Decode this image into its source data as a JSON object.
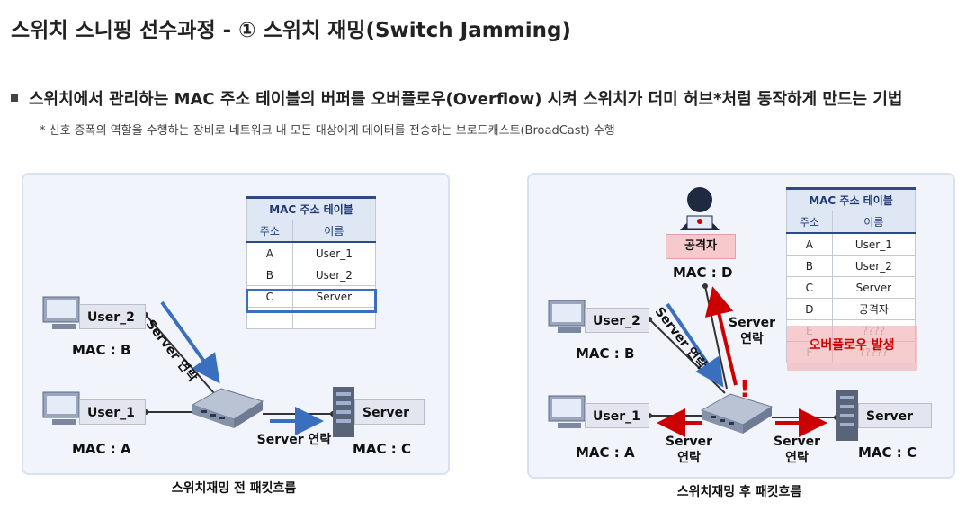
{
  "header": {
    "title": "스위치 스니핑 선수과정 - ① 스위치 재밍(Switch Jamming)",
    "bullet": "스위치에서 관리하는 MAC 주소 테이블의 버퍼를 오버플로우(Overflow) 시켜 스위치가 더미 허브*처럼 동작하게 만드는 기법",
    "note": "* 신호 증폭의 역할을 수행하는 장비로 네트워크 내 모든 대상에게 데이터를 전송하는 브로드캐스트(BroadCast) 수행"
  },
  "left": {
    "caption": "스위치재밍 전 패킷흐름",
    "table": {
      "title": "MAC 주소 테이블",
      "headers": [
        "주소",
        "이름"
      ],
      "rows": [
        [
          "A",
          "User_1"
        ],
        [
          "B",
          "User_2"
        ],
        [
          "C",
          "Server"
        ],
        [
          "",
          ""
        ]
      ]
    },
    "user2": "User_2",
    "mac_b": "MAC : B",
    "user1": "User_1",
    "mac_a": "MAC : A",
    "server": "Server",
    "mac_c": "MAC : C",
    "arrow_diag": "Server 연락",
    "arrow_right": "Server 연락"
  },
  "right": {
    "caption": "스위치재밍 후 패킷흐름",
    "table": {
      "title": "MAC 주소 테이블",
      "headers": [
        "주소",
        "이름"
      ],
      "rows": [
        [
          "A",
          "User_1"
        ],
        [
          "B",
          "User_2"
        ],
        [
          "C",
          "Server"
        ],
        [
          "D",
          "공격자"
        ],
        [
          "E",
          "????"
        ],
        [
          "F",
          "?????"
        ]
      ]
    },
    "overflow": "오버플로우 발생",
    "attacker": "공격자",
    "mac_d": "MAC : D",
    "user2": "User_2",
    "mac_b": "MAC : B",
    "user1": "User_1",
    "mac_a": "MAC : A",
    "server": "Server",
    "mac_c": "MAC : C",
    "arrow_diag": "Server 연락",
    "label_up": "Server\n연락",
    "label_left": "Server\n연락",
    "label_right": "Server\n연락",
    "alert": "!"
  },
  "colors": {
    "blue_arrow": "#3a6fbf",
    "red_arrow": "#cc0000"
  }
}
